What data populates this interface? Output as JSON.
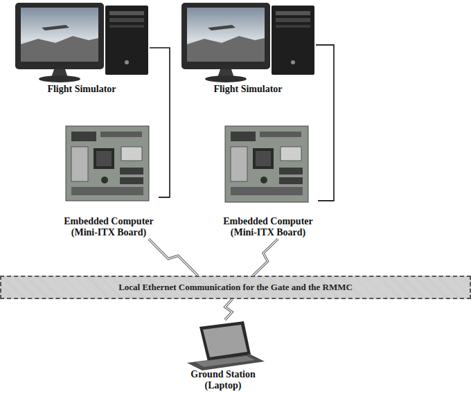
{
  "diagram": {
    "nodes": [
      {
        "text": [
          "Flight Simulator"
        ]
      },
      {
        "text": [
          "Flight Simulator"
        ]
      },
      {
        "text": [
          "Embedded Computer (Mini-ITX Board)"
        ]
      },
      {
        "text": [
          "Embedded Computer (Mini-ITX Board)"
        ]
      },
      {
        "text": [
          "Local Ethernet Communication for the Gate and the RMMC"
        ]
      },
      {
        "text": [
          "Ground Station (Laptop)"
        ]
      }
    ],
    "edges": [
      {
        "from": 0,
        "to": 2,
        "arrow": "none"
      },
      {
        "from": 1,
        "to": 3,
        "arrow": "none"
      },
      {
        "from": 2,
        "to": 4,
        "arrow": "none"
      },
      {
        "from": 3,
        "to": 4,
        "arrow": "none"
      },
      {
        "from": 4,
        "to": 5,
        "arrow": "none"
      }
    ]
  }
}
